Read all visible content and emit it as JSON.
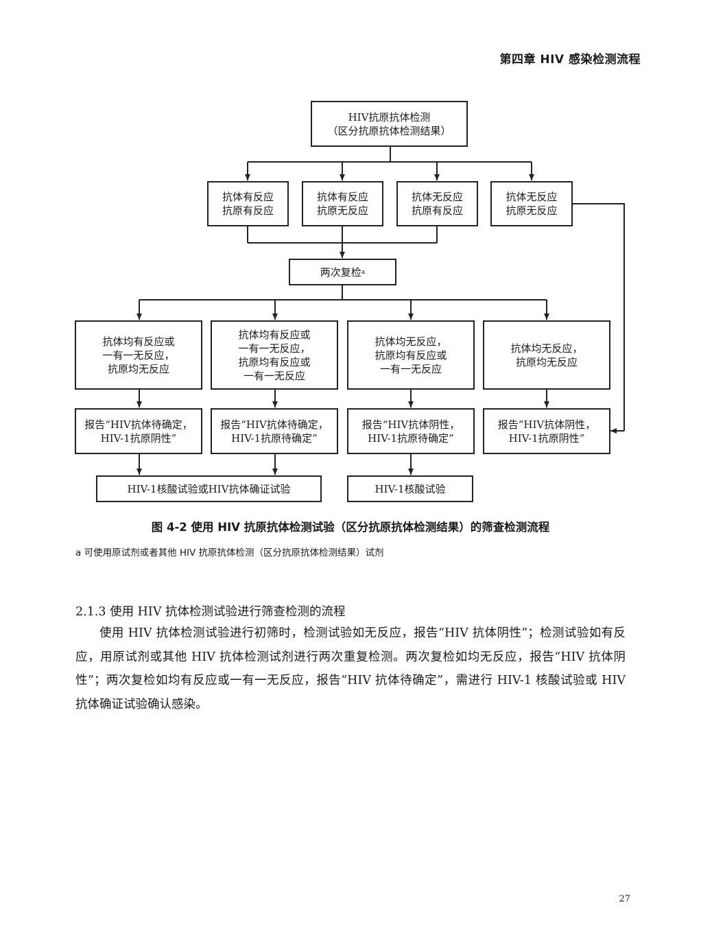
{
  "header": {
    "chapter": "第四章  HIV 感染检测流程"
  },
  "flowchart": {
    "top": {
      "text": "HIV抗原抗体检测\n（区分抗原抗体检测结果）"
    },
    "initial_results": [
      {
        "text": "抗体有反应\n抗原有反应"
      },
      {
        "text": "抗体有反应\n抗原无反应"
      },
      {
        "text": "抗体无反应\n抗原有反应"
      },
      {
        "text": "抗体无反应\n抗原无反应"
      }
    ],
    "retest": {
      "text": "两次复检",
      "superscript": "a"
    },
    "retest_results": [
      {
        "text": "抗体均有反应或\n一有一无反应，\n抗原均无反应"
      },
      {
        "text": "抗体均有反应或\n一有一无反应，\n抗原均有反应或\n一有一无反应"
      },
      {
        "text": "抗体均无反应，\n抗原均有反应或\n一有一无反应"
      },
      {
        "text": "抗体均无反应，\n抗原均无反应"
      }
    ],
    "reports": [
      {
        "text": "报告“HIV抗体待确定，\nHIV-1抗原阴性”"
      },
      {
        "text": "报告“HIV抗体待确定，\nHIV-1抗原待确定”"
      },
      {
        "text": "报告“HIV抗体阴性，\nHIV-1抗原待确定”"
      },
      {
        "text": "报告“HIV抗体阴性，\nHIV-1抗原阴性”"
      }
    ],
    "confirm_tests": [
      {
        "text": "HIV-1核酸试验或HIV抗体确证试验"
      },
      {
        "text": "HIV-1核酸试验"
      }
    ]
  },
  "figure": {
    "caption": "图 4-2 使用 HIV 抗原抗体检测试验（区分抗原抗体检测结果）的筛查检测流程",
    "footnote": "a 可使用原试剂或者其他 HIV 抗原抗体检测（区分抗原抗体检测结果）试剂"
  },
  "section": {
    "heading": "2.1.3  使用 HIV 抗体检测试验进行筛查检测的流程",
    "paragraph": "使用 HIV 抗体检测试验进行初筛时，检测试验如无反应，报告“HIV 抗体阴性”；检测试验如有反应，用原试剂或其他 HIV 抗体检测试剂进行两次重复检测。两次复检如均无反应，报告“HIV 抗体阴性”；两次复检如均有反应或一有一无反应，报告“HIV 抗体待确定”，需进行 HIV-1 核酸试验或 HIV 抗体确证试验确认感染。"
  },
  "page": {
    "number": "27"
  },
  "colors": {
    "line": "#222222",
    "text": "#1a1a1a",
    "background": "#ffffff"
  }
}
